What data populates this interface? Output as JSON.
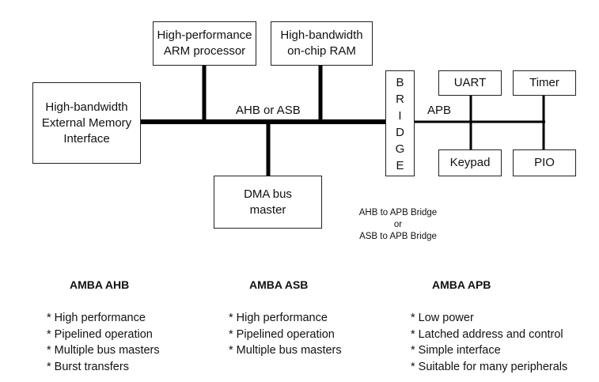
{
  "blocks": {
    "arm_processor": [
      "High-performance",
      "ARM processor"
    ],
    "onchip_ram": [
      "High-bandwidth",
      "on-chip RAM"
    ],
    "external_memory": [
      "High-bandwidth",
      "External Memory",
      "Interface"
    ],
    "dma_master": [
      "DMA bus",
      "master"
    ],
    "uart": "UART",
    "timer": "Timer",
    "keypad": "Keypad",
    "pio": "PIO"
  },
  "bridge_letters": [
    "B",
    "R",
    "I",
    "D",
    "G",
    "E"
  ],
  "bus_labels": {
    "main_bus": "AHB or ASB",
    "peripheral_bus": "APB"
  },
  "bridge_note": [
    "AHB to APB Bridge",
    "or",
    "ASB to APB Bridge"
  ],
  "columns": [
    {
      "title": "AMBA AHB",
      "features": [
        "* High performance",
        "* Pipelined operation",
        "* Multiple bus masters",
        "* Burst transfers"
      ]
    },
    {
      "title": "AMBA ASB",
      "features": [
        "* High performance",
        "* Pipelined operation",
        "* Multiple bus masters"
      ]
    },
    {
      "title": "AMBA APB",
      "features": [
        "* Low power",
        "* Latched address and control",
        "* Simple interface",
        "* Suitable for many peripherals"
      ]
    }
  ]
}
